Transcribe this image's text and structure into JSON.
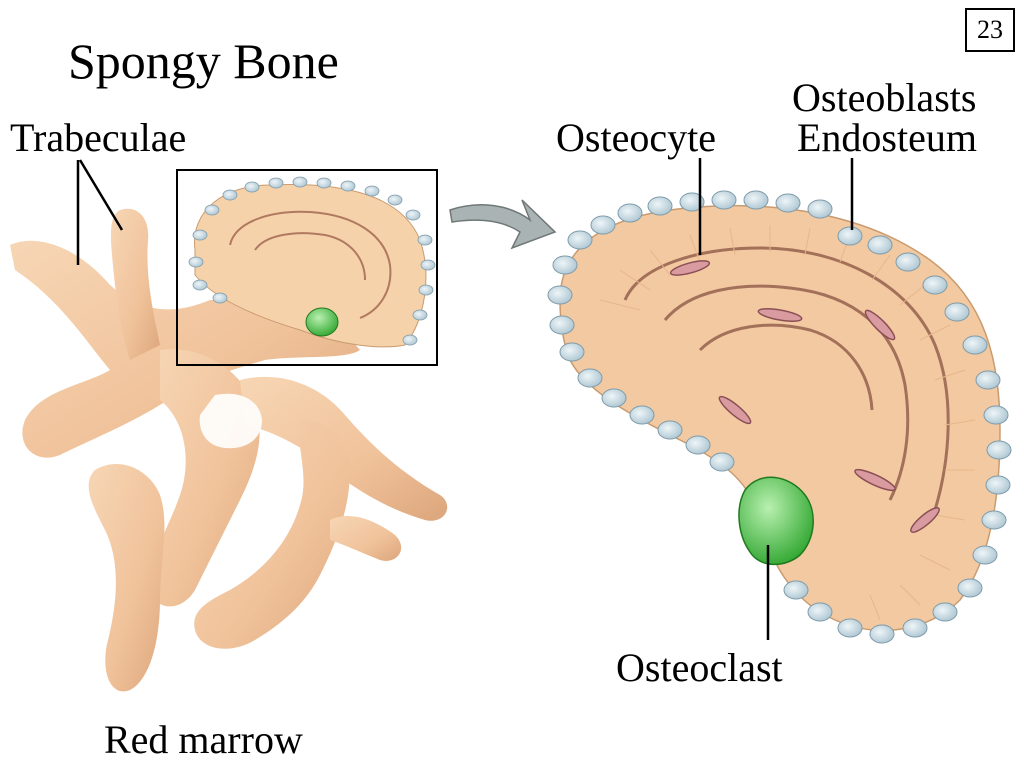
{
  "slide": {
    "title": "Spongy Bone",
    "number": "23"
  },
  "labels": {
    "trabeculae": "Trabeculae",
    "red_marrow": "Red marrow",
    "osteocyte": "Osteocyte",
    "osteoblasts": "Osteoblasts",
    "endosteum": "Endosteum",
    "osteoclast": "Osteoclast"
  },
  "colors": {
    "bone": "#f2c9a0",
    "bone_shadow": "#d9a77c",
    "lamella": "#f7d3ad",
    "cell_blue": "#c9dde6",
    "osteocyte_pink": "#d99aa0",
    "osteoclast_green": "#3fbf3f",
    "arrow_gray": "#aab3b3"
  }
}
